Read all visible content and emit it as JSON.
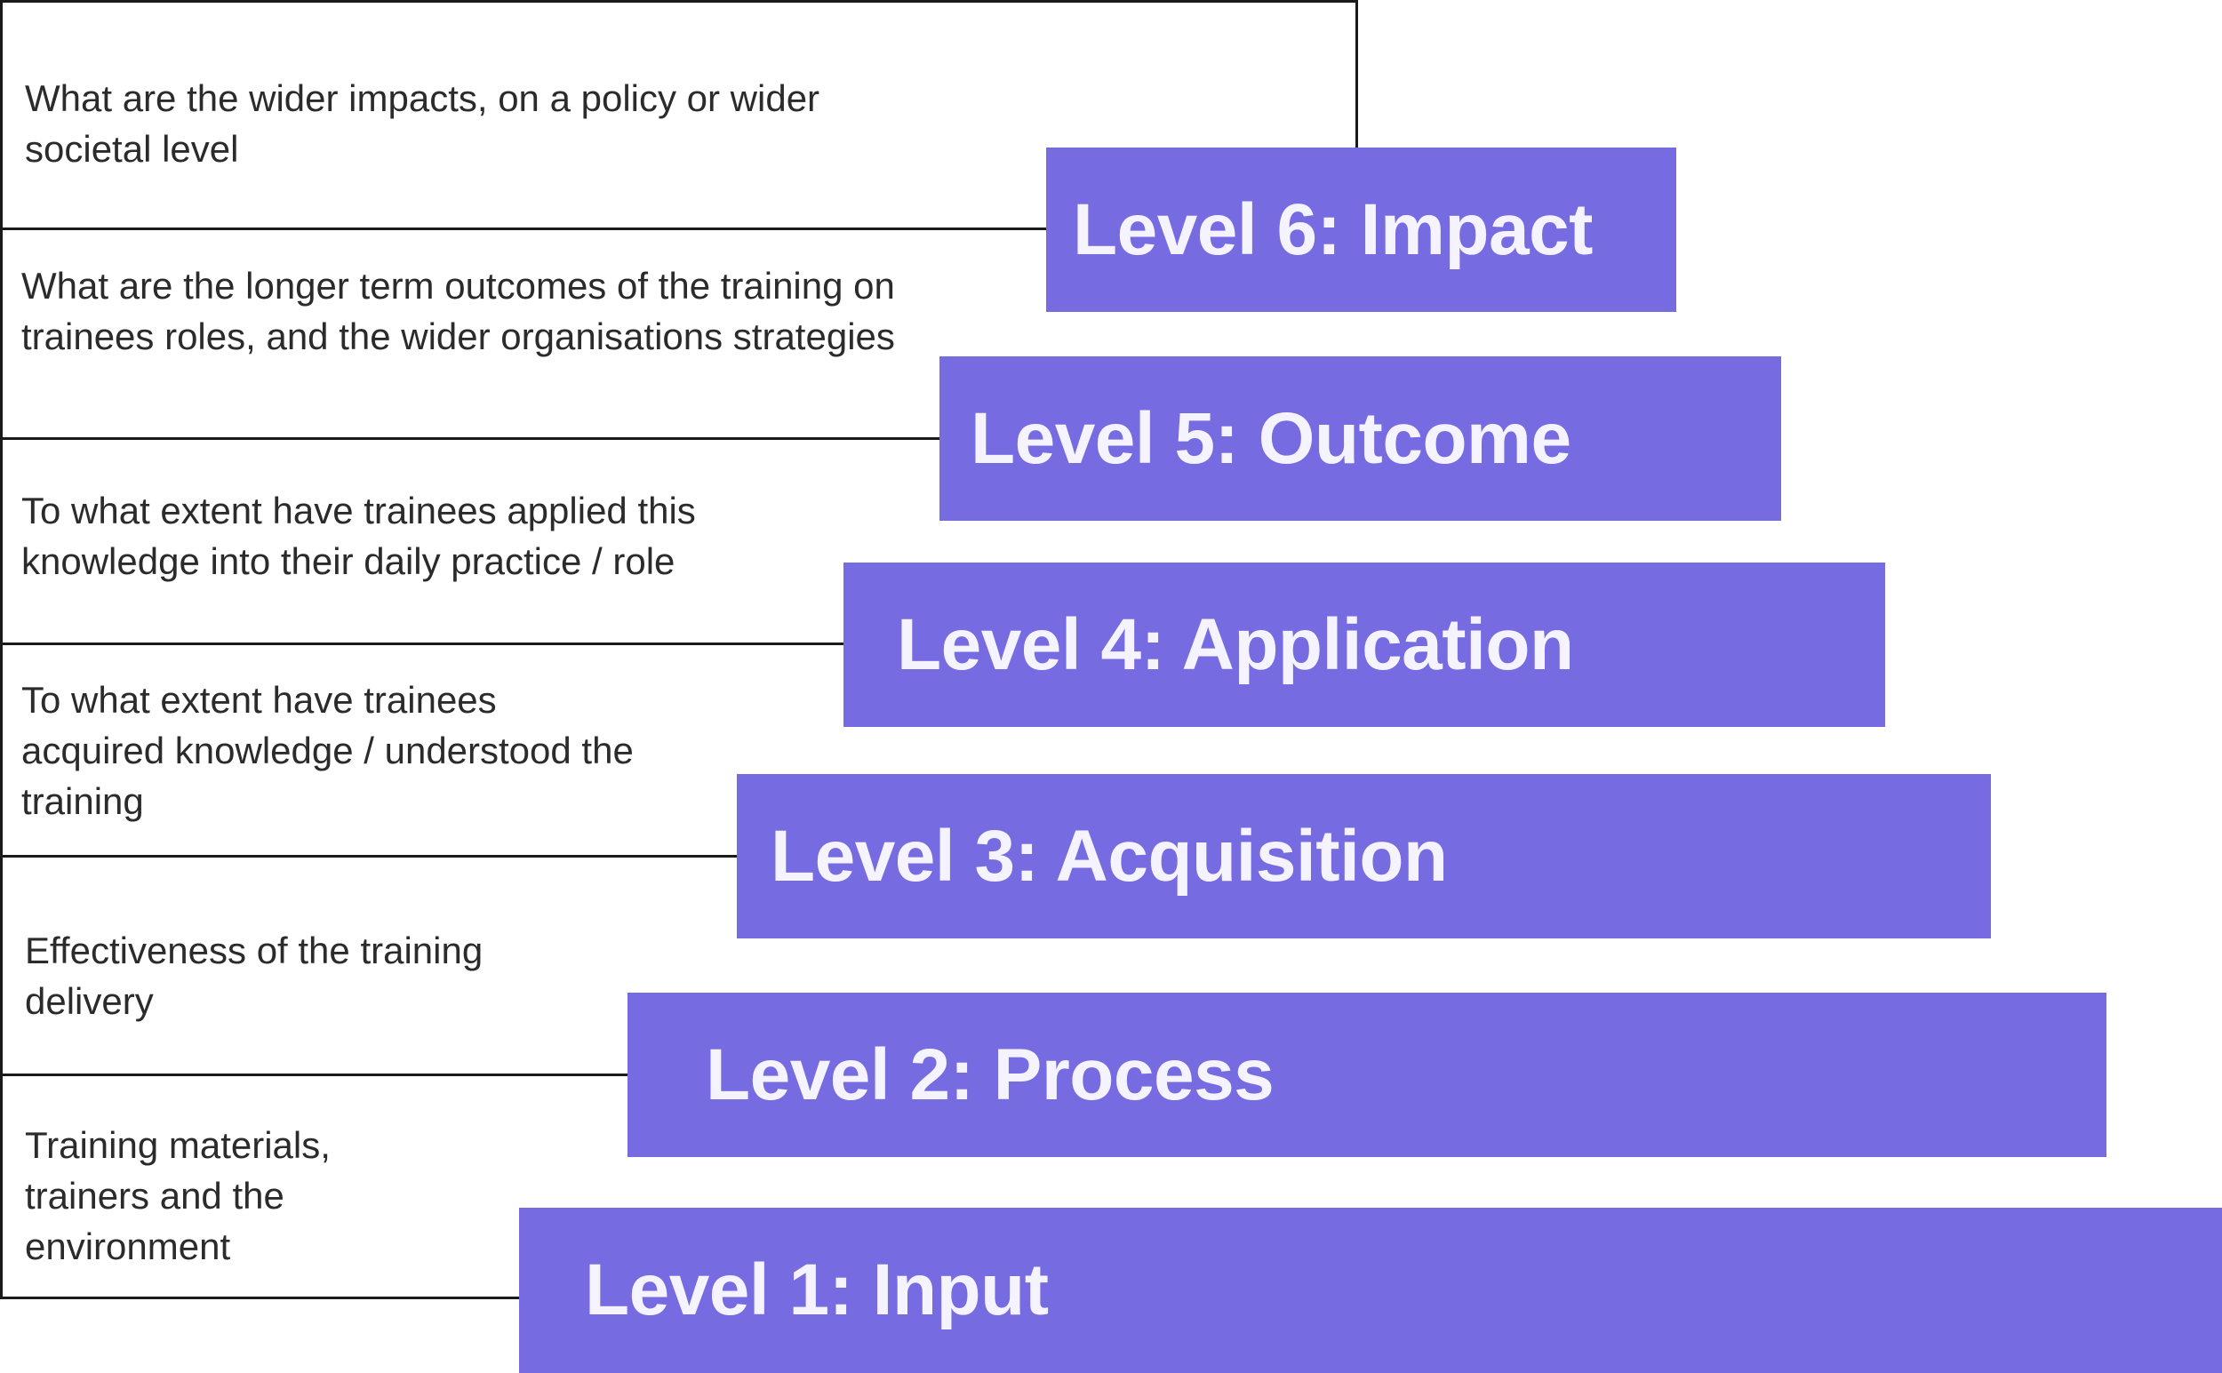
{
  "colors": {
    "level_box": "#766be0",
    "level_text": "#f4f3ff",
    "line": "#1a1a1a",
    "description_text": "#2b2b2b"
  },
  "levels": [
    {
      "label": "Level 6: Impact",
      "description": "What are the wider impacts, on a policy or wider societal level"
    },
    {
      "label": "Level 5: Outcome",
      "description": "What are the longer term outcomes of the training on trainees roles, and the wider organisations strategies"
    },
    {
      "label": "Level 4: Application",
      "description": "To what extent have trainees applied this knowledge into their daily practice / role"
    },
    {
      "label": "Level 3: Acquisition",
      "description": "To what extent have trainees acquired knowledge / understood the training"
    },
    {
      "label": "Level 2: Process",
      "description": "Effectiveness of the training delivery"
    },
    {
      "label": "Level 1: Input",
      "description": "Training materials, trainers and the environment"
    }
  ]
}
